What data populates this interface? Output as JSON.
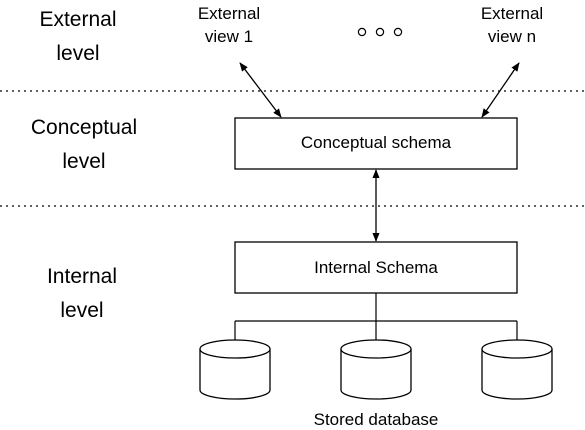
{
  "levels": {
    "external": {
      "line1": "External",
      "line2": "level"
    },
    "conceptual": {
      "line1": "Conceptual",
      "line2": "level"
    },
    "internal": {
      "line1": "Internal",
      "line2": "level"
    }
  },
  "views": {
    "first": {
      "line1": "External",
      "line2": "view 1"
    },
    "last": {
      "line1": "External",
      "line2": "view n"
    },
    "ellipsis": "○○○"
  },
  "boxes": {
    "conceptual_schema": "Conceptual schema",
    "internal_schema": "Internal Schema"
  },
  "storage": {
    "caption": "Stored database",
    "cylinder_count": 3
  }
}
